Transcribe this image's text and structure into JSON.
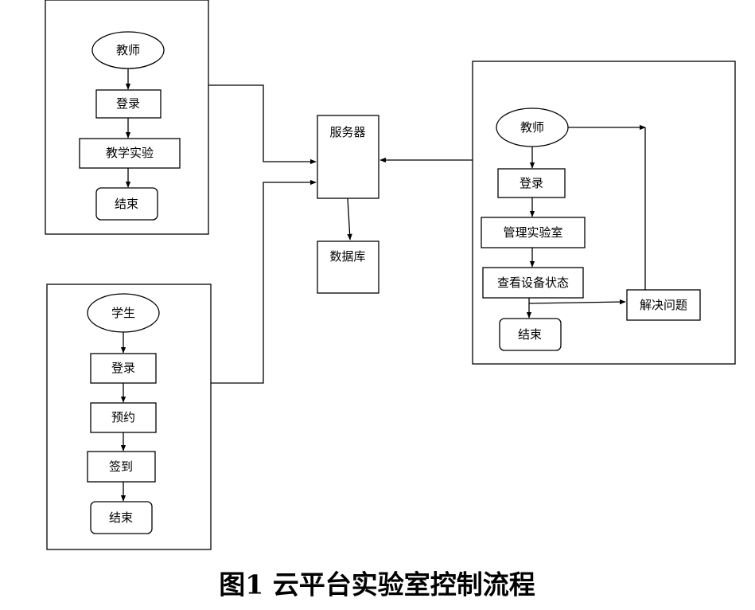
{
  "diagram": {
    "teacher_panel": {
      "start": "教师",
      "login": "登录",
      "teach": "教学实验",
      "end": "结束"
    },
    "student_panel": {
      "start": "学生",
      "login": "登录",
      "reserve": "预约",
      "checkin": "签到",
      "end": "结束"
    },
    "server": "服务器",
    "database": "数据库",
    "admin_panel": {
      "start": "教师",
      "login": "登录",
      "manage": "管理实验室",
      "check_status": "查看设备状态",
      "end": "结束",
      "solve": "解决问题"
    },
    "caption": "图1 云平台实验室控制流程"
  },
  "colors": {
    "line": "#000000",
    "background": "#ffffff"
  }
}
